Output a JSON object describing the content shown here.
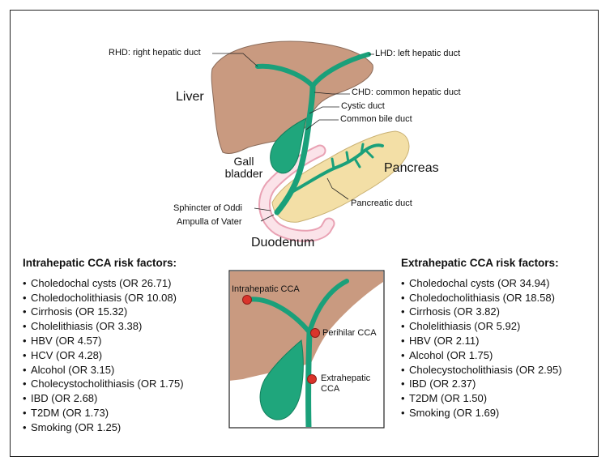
{
  "top_diagram": {
    "organs": {
      "liver": "Liver",
      "gallbladder_line1": "Gall",
      "gallbladder_line2": "bladder",
      "pancreas": "Pancreas",
      "duodenum": "Duodenum"
    },
    "callouts": {
      "rhd": "RHD: right hepatic duct",
      "lhd": "LHD: left hepatic duct",
      "chd": "CHD: common hepatic duct",
      "cystic": "Cystic duct",
      "cbd": "Common bile duct",
      "pancreatic_duct": "Pancreatic duct",
      "sphincter": "Sphincter of Oddi",
      "ampulla": "Ampulla of Vater"
    },
    "colors": {
      "liver": "#c99a80",
      "duct": "#1aa07a",
      "pancreas": "#f2dca2",
      "duodenum": "#f3b9c6"
    }
  },
  "intrahepatic": {
    "title": "Intrahepatic CCA risk factors:",
    "items": [
      "Choledochal cysts (OR 26.71)",
      "Choledocholithiasis (OR 10.08)",
      "Cirrhosis (OR 15.32)",
      "Cholelithiasis (OR 3.38)",
      "HBV (OR 4.57)",
      "HCV (OR 4.28)",
      "Alcohol (OR 3.15)",
      "Cholecystocholithiasis (OR 1.75)",
      "IBD (OR 2.68)",
      "T2DM (OR 1.73)",
      "Smoking (OR 1.25)"
    ]
  },
  "extrahepatic": {
    "title": "Extrahepatic CCA risk factors:",
    "items": [
      "Choledochal cysts (OR 34.94)",
      "Choledocholithiasis (OR 18.58)",
      "Cirrhosis (OR 3.82)",
      "Cholelithiasis (OR 5.92)",
      "HBV (OR 2.11)",
      "Alcohol (OR 1.75)",
      "Cholecystocholithiasis (OR 2.95)",
      "IBD (OR 2.37)",
      "T2DM (OR 1.50)",
      "Smoking (OR 1.69)"
    ]
  },
  "inset": {
    "intrahepatic": "Intrahepatic CCA",
    "perihilar": "Perihilar CCA",
    "extrahepatic_line1": "Extrahepatic",
    "extrahepatic_line2": "CCA",
    "marker_color": "#d9342b"
  }
}
